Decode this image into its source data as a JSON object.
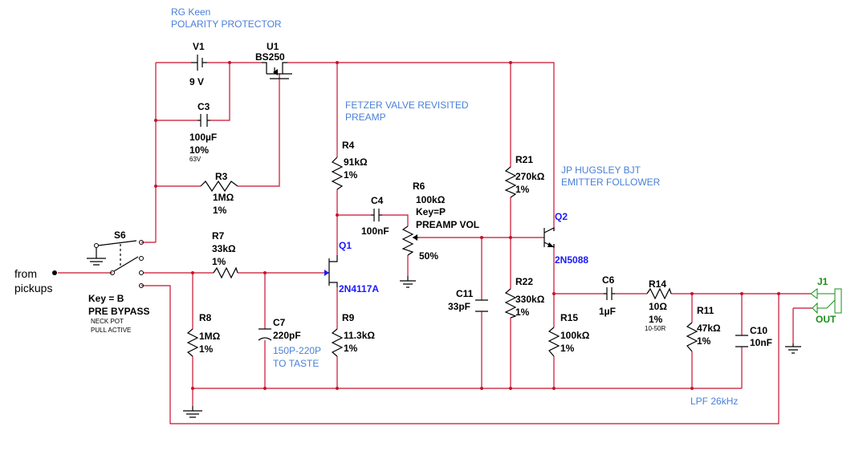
{
  "notes": {
    "polarity_1": "RG Keen",
    "polarity_2": "POLARITY PROTECTOR",
    "preamp_1": "FETZER VALVE REVISITED",
    "preamp_2": "PREAMP",
    "follower_1": "JP HUGSLEY BJT",
    "follower_2": "EMITTER FOLLOWER",
    "c7_1": "150P-220P",
    "c7_2": "TO TASTE",
    "lpf": "LPF 26kHz"
  },
  "input": {
    "line1": "from",
    "line2": "pickups"
  },
  "components": {
    "v1": {
      "ref": "V1",
      "value": "9 V"
    },
    "u1": {
      "ref": "U1",
      "value": "BS250"
    },
    "c3": {
      "ref": "C3",
      "value": "100µF",
      "tol": "10%",
      "extra": "63V"
    },
    "r3": {
      "ref": "R3",
      "value": "1MΩ",
      "tol": "1%"
    },
    "s6": {
      "ref": "S6",
      "key": "Key = B",
      "label": "PRE BYPASS",
      "note1": "NECK POT",
      "note2": "PULL ACTIVE"
    },
    "r7": {
      "ref": "R7",
      "value": "33kΩ",
      "tol": "1%"
    },
    "r8": {
      "ref": "R8",
      "value": "1MΩ",
      "tol": "1%"
    },
    "c7": {
      "ref": "C7",
      "value": "220pF"
    },
    "r4": {
      "ref": "R4",
      "value": "91kΩ",
      "tol": "1%"
    },
    "q1": {
      "ref": "Q1",
      "part": "2N4117A"
    },
    "r9": {
      "ref": "R9",
      "value": "11.3kΩ",
      "tol": "1%"
    },
    "c4": {
      "ref": "C4",
      "value": "100nF"
    },
    "r6": {
      "ref": "R6",
      "value": "100kΩ",
      "key": "Key=P",
      "label": "PREAMP VOL",
      "pos": "50%"
    },
    "c11": {
      "ref": "C11",
      "value": "33pF"
    },
    "r21": {
      "ref": "R21",
      "value": "270kΩ",
      "tol": "1%"
    },
    "r22": {
      "ref": "R22",
      "value": "330kΩ",
      "tol": "1%"
    },
    "q2": {
      "ref": "Q2",
      "part": "2N5088"
    },
    "r15": {
      "ref": "R15",
      "value": "100kΩ",
      "tol": "1%"
    },
    "c6": {
      "ref": "C6",
      "value": "1µF"
    },
    "r14": {
      "ref": "R14",
      "value": "10Ω",
      "tol": "1%",
      "extra": "10-50R"
    },
    "r11": {
      "ref": "R11",
      "value": "47kΩ",
      "tol": "1%"
    },
    "c10": {
      "ref": "C10",
      "value": "10nF"
    },
    "j1": {
      "ref": "J1",
      "label": "OUT"
    }
  },
  "colors": {
    "wire": "#c8102e",
    "note": "#4a7fd8",
    "part": "#1a1aff",
    "jack": "#1a8f1a"
  }
}
